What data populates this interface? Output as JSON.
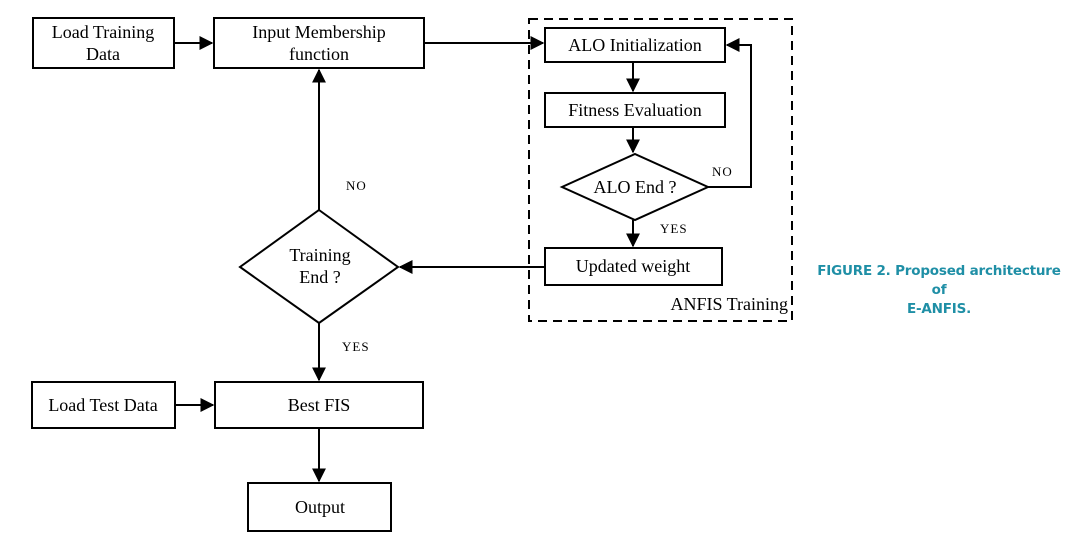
{
  "colors": {
    "stroke": "#000000",
    "caption": "#1f8fa6",
    "background": "#ffffff"
  },
  "nodes": {
    "load_training": {
      "line1": "Load Training",
      "line2": "Data"
    },
    "input_membership": {
      "line1": "Input Membership",
      "line2": "function"
    },
    "alo_init": {
      "label": "ALO Initialization"
    },
    "fitness": {
      "label": "Fitness Evaluation"
    },
    "alo_end": {
      "label": "ALO End ?"
    },
    "updated_weight": {
      "label": "Updated weight"
    },
    "training_end": {
      "line1": "Training",
      "line2": "End ?"
    },
    "load_test": {
      "label": "Load Test Data"
    },
    "best_fis": {
      "label": "Best FIS"
    },
    "output": {
      "label": "Output"
    }
  },
  "group": {
    "label": "ANFIS Training"
  },
  "edge_labels": {
    "alo_no": "NO",
    "alo_yes": "YES",
    "train_no": "NO",
    "train_yes": "YES"
  },
  "caption": {
    "line1": "FIGURE 2. Proposed architecture of",
    "line2": "E-ANFIS."
  }
}
